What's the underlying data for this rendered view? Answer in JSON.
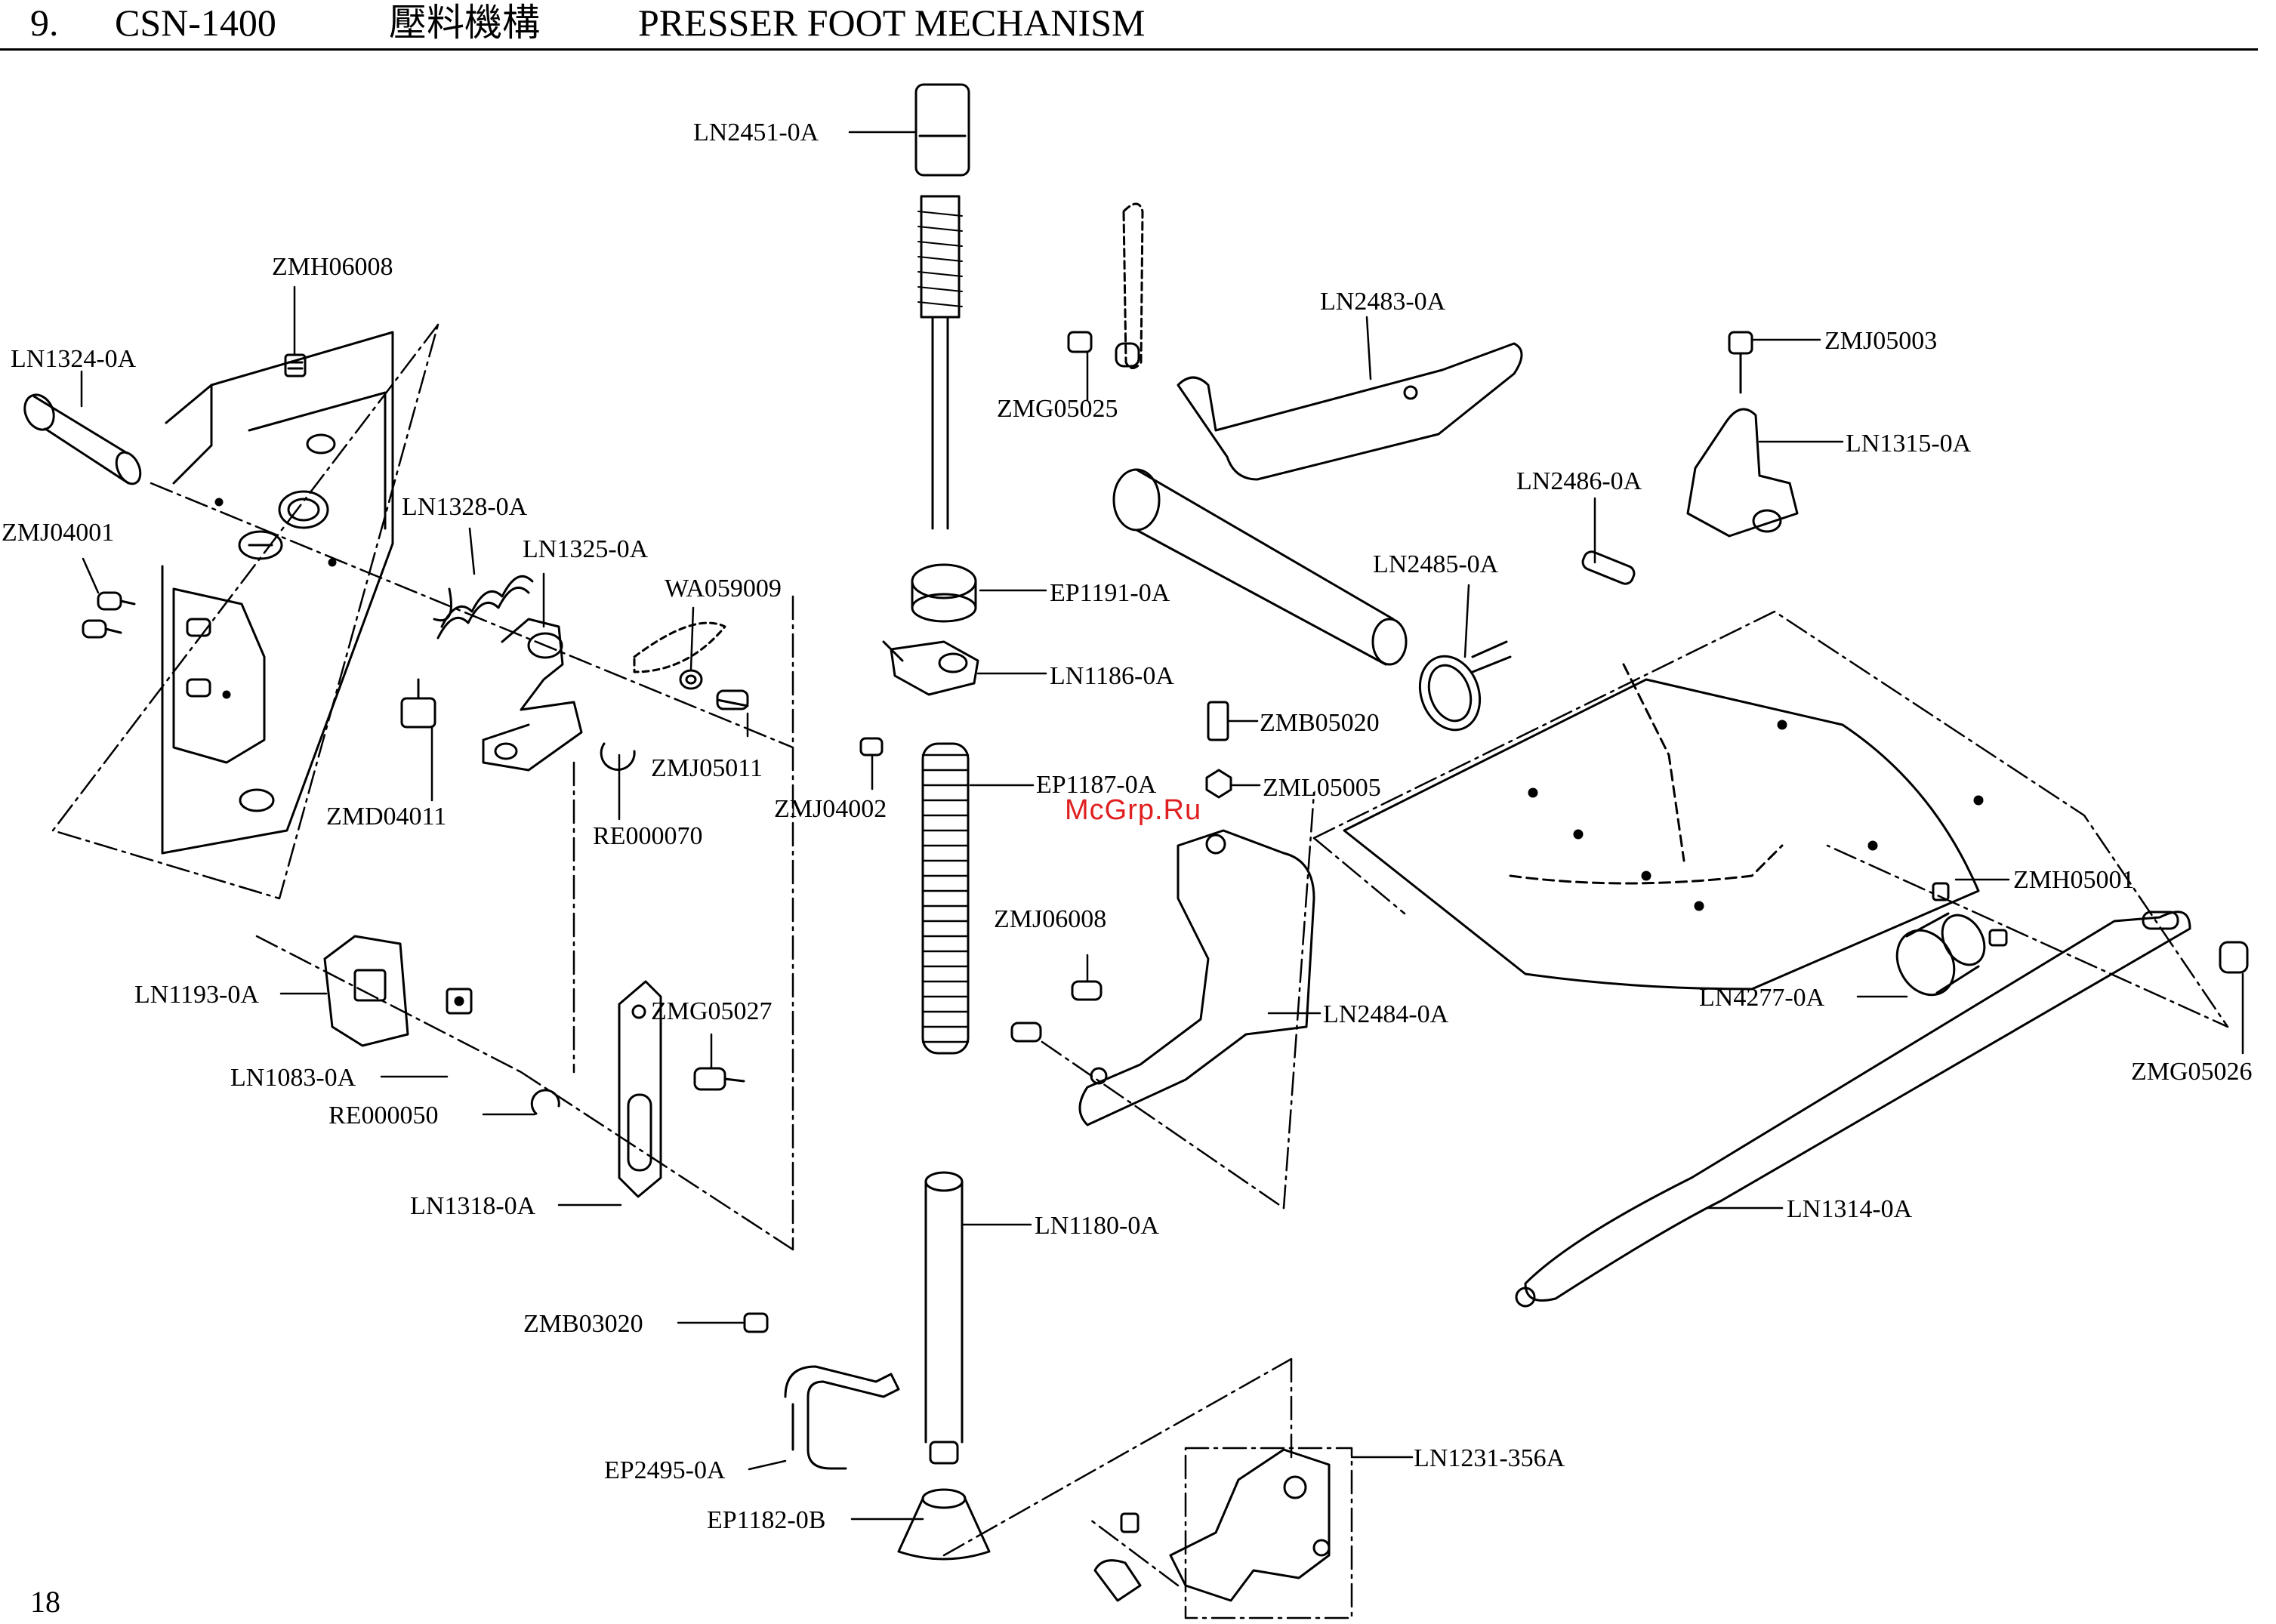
{
  "header": {
    "section": "9.",
    "model": "CSN-1400",
    "title_zh": "壓料機構",
    "title_en": "PRESSER FOOT MECHANISM"
  },
  "page_number": "18",
  "watermark": "McGrp.Ru",
  "callouts": {
    "ln2451": "LN2451-0A",
    "zmh06008": "ZMH06008",
    "ln1324": "LN1324-0A",
    "zmj04001": "ZMJ04001",
    "ln1328": "LN1328-0A",
    "ln1325": "LN1325-0A",
    "wa059009": "WA059009",
    "zmj05011": "ZMJ05011",
    "zmd04011": "ZMD04011",
    "re000070": "RE000070",
    "ep1191": "EP1191-0A",
    "ln1186": "LN1186-0A",
    "zmj04002": "ZMJ04002",
    "ep1187": "EP1187-0A",
    "ln2483": "LN2483-0A",
    "zmg05025": "ZMG05025",
    "ln2486": "LN2486-0A",
    "ln2485": "LN2485-0A",
    "zmj05003": "ZMJ05003",
    "ln1315": "LN1315-0A",
    "zmb05020": "ZMB05020",
    "zml05005": "ZML05005",
    "zmj06008": "ZMJ06008",
    "ln2484": "LN2484-0A",
    "zmh05001": "ZMH05001",
    "ln4277": "LN4277-0A",
    "zmg05026": "ZMG05026",
    "ln1314": "LN1314-0A",
    "ln1193": "LN1193-0A",
    "ln1083": "LN1083-0A",
    "re000050": "RE000050",
    "ln1318": "LN1318-0A",
    "zmg05027": "ZMG05027",
    "ln1180": "LN1180-0A",
    "zmb03020": "ZMB03020",
    "ep2495": "EP2495-0A",
    "ep1182": "EP1182-0B",
    "ln1231": "LN1231-356A"
  }
}
